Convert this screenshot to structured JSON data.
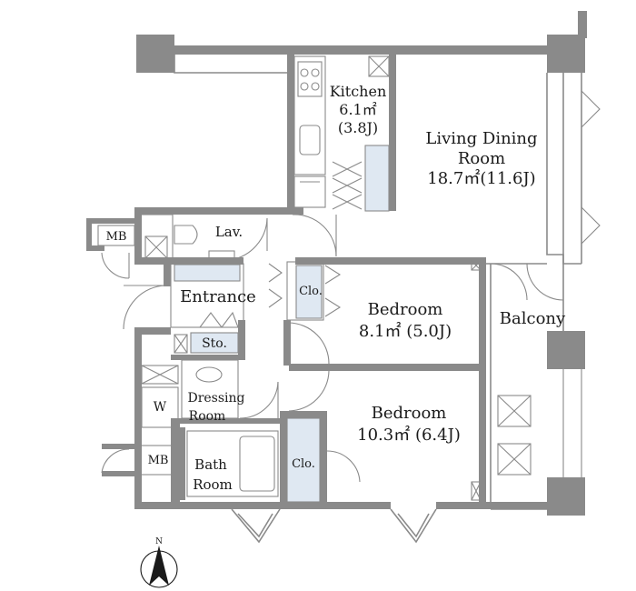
{
  "rooms": {
    "kitchen": {
      "name": "Kitchen",
      "area": "6.1㎡",
      "jo": "(3.8J)"
    },
    "living": {
      "name_line1": "Living Dining",
      "name_line2": "Room",
      "area": "18.7㎡(11.6J)"
    },
    "lavatory": {
      "name": "Lav."
    },
    "mb_top": {
      "name": "MB"
    },
    "entrance": {
      "name": "Entrance"
    },
    "closet_1": {
      "name": "Clo."
    },
    "bedroom_1": {
      "name": "Bedroom",
      "area": "8.1㎡ (5.0J)"
    },
    "balcony": {
      "name": "Balcony"
    },
    "storage": {
      "name": "Sto."
    },
    "washer": {
      "name": "W"
    },
    "dressing": {
      "name_line1": "Dressing",
      "name_line2": "Room"
    },
    "bedroom_2": {
      "name": "Bedroom",
      "area": "10.3㎡ (6.4J)"
    },
    "closet_2": {
      "name": "Clo."
    },
    "mb_bottom": {
      "name": "MB"
    },
    "bath": {
      "name_line1": "Bath",
      "name_line2": "Room"
    }
  },
  "compass": {
    "north_label": "N"
  }
}
